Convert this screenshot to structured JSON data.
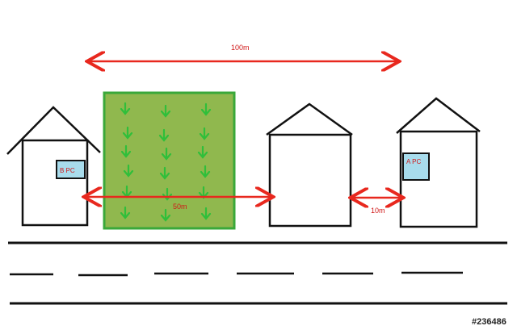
{
  "diagram": {
    "labels": {
      "dist_100": "100m",
      "dist_50": "50m",
      "dist_10": "10m",
      "pc_b": "B PC",
      "pc_a": "A PC"
    },
    "watermark": "#236486",
    "colors": {
      "arrow": "#e8281e",
      "field_fill": "#90b84e",
      "field_border": "#3aa83a",
      "sprout": "#2fbf3a",
      "pc_box": "#a8dcec",
      "line": "#111111"
    },
    "icons": [
      "house-icon",
      "sprout-arrow-icon",
      "double-arrow-icon"
    ]
  }
}
